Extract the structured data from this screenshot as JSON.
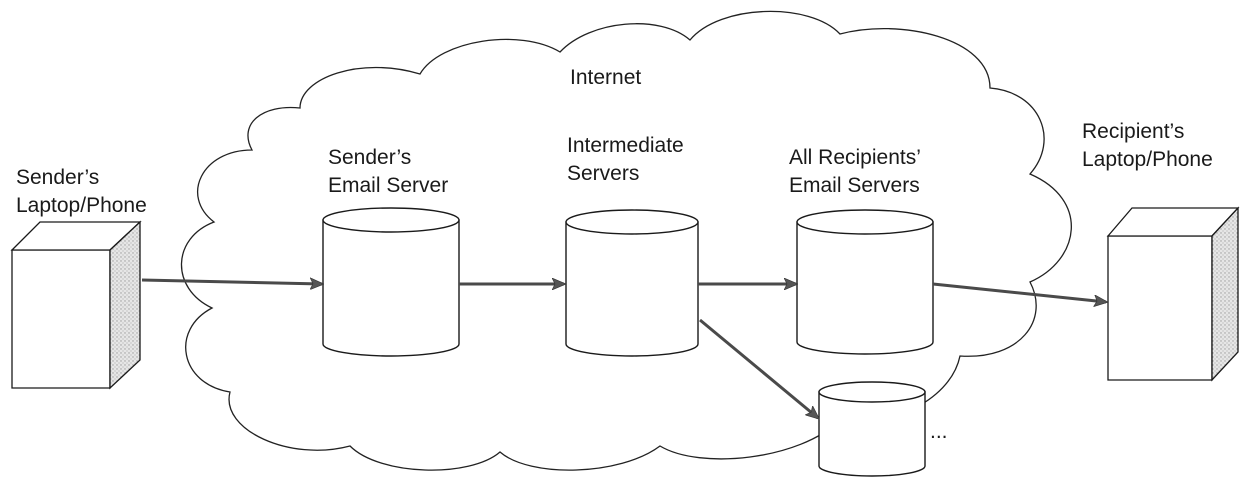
{
  "cloud": {
    "label": "Internet"
  },
  "devices": {
    "sender": {
      "label_line1": "Sender’s",
      "label_line2": "Laptop/Phone"
    },
    "recipient": {
      "label_line1": "Recipient’s",
      "label_line2": "Laptop/Phone"
    }
  },
  "servers": {
    "sender_email": {
      "label_line1": "Sender’s",
      "label_line2": "Email Server"
    },
    "intermediate": {
      "label_line1": "Intermediate",
      "label_line2": "Servers"
    },
    "recipients_email": {
      "label_line1": "All Recipients’",
      "label_line2": "Email Servers"
    },
    "extra": {
      "ellipsis": "..."
    }
  }
}
